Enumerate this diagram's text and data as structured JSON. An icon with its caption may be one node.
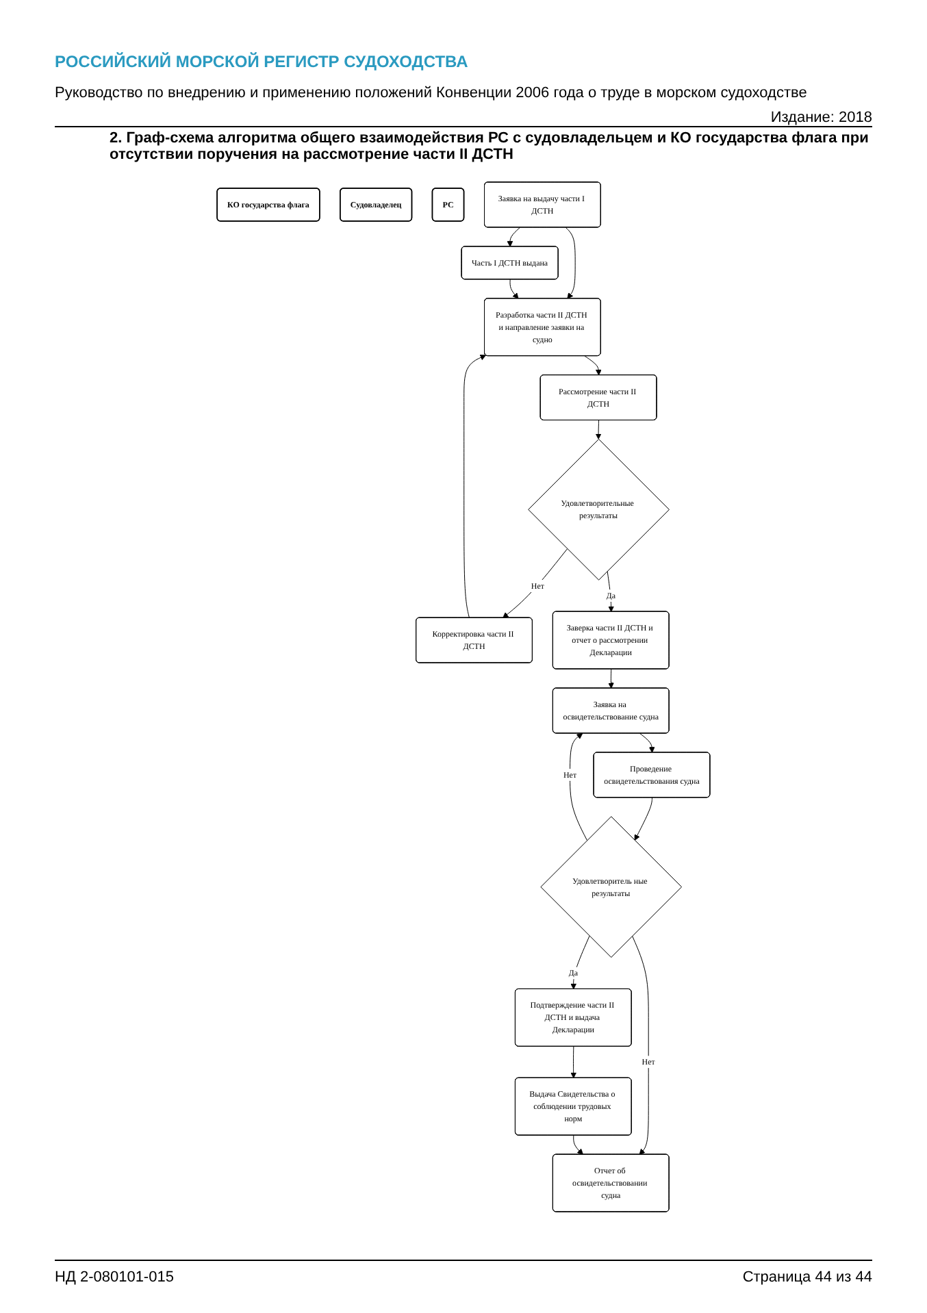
{
  "diagram": {
    "title": "2. Граф-схема алгоритма общего взаимодействия РС с судовладельцем и КО государства флага при отсутствии поручения на рассмотрение части II ДСТН",
    "nodes": [
      {
        "text": [
          "КО государства флага"
        ]
      },
      {
        "text": [
          "Судовладелец"
        ]
      },
      {
        "text": [
          "РС"
        ]
      },
      {
        "text": [
          "Заявка на выдачу части I ДСТН"
        ]
      },
      {
        "text": [
          "Часть I ДСТН выдана"
        ]
      },
      {
        "text": [
          "Разработка части II ДСТН и направление заявки на судно"
        ]
      },
      {
        "text": [
          "Рассмотрение части II ДСТН"
        ]
      },
      {
        "text": [
          "Удовлетворительные результаты"
        ]
      },
      {
        "text": [
          "Корректировка части II ДСТН"
        ]
      },
      {
        "text": [
          "Заверка части II ДСТН и отчет о рассмотрении Декларации"
        ]
      },
      {
        "text": [
          "Заявка на освидетельствование судна"
        ]
      },
      {
        "text": [
          "Проведение освидетельствования судна"
        ]
      },
      {
        "text": [
          "Удовлетворитель ные результаты"
        ]
      },
      {
        "text": [
          "Подтверждение части II ДСТН и выдача Декларации"
        ]
      },
      {
        "text": [
          "Выдача Свидетельства о соблюдении трудовых норм"
        ]
      },
      {
        "text": [
          "Отчет об освидетельствовании судна"
        ]
      }
    ],
    "edges": [
      {
        "from": 3,
        "to": 4,
        "arrow": "to"
      },
      {
        "from": 3,
        "to": 5,
        "arrow": "to"
      },
      {
        "from": 4,
        "to": 5,
        "arrow": "to"
      },
      {
        "from": 5,
        "to": 6,
        "arrow": "to"
      },
      {
        "from": 6,
        "to": 7,
        "arrow": "to"
      },
      {
        "from": 7,
        "to": 8,
        "arrow": "to",
        "label": "Нет"
      },
      {
        "from": 8,
        "to": 5,
        "arrow": "to"
      },
      {
        "from": 7,
        "to": 9,
        "arrow": "to",
        "label": "Да"
      },
      {
        "from": 9,
        "to": 10,
        "arrow": "to"
      },
      {
        "from": 10,
        "to": 11,
        "arrow": "to"
      },
      {
        "from": 11,
        "to": 12,
        "arrow": "to"
      },
      {
        "from": 12,
        "to": 10,
        "arrow": "to",
        "label": "Нет"
      },
      {
        "from": 12,
        "to": 13,
        "arrow": "to",
        "label": "Да"
      },
      {
        "from": 12,
        "to": 15,
        "arrow": "to",
        "label": "Нет"
      },
      {
        "from": 13,
        "to": 14,
        "arrow": "to"
      },
      {
        "from": 14,
        "to": 15,
        "arrow": "to"
      }
    ],
    "labels": [
      "РОССИЙСКИЙ МОРСКОЙ РЕГИСТР СУДОХОДСТВА",
      "Руководство по внедрению и применению положений Конвенции 2006 года о труде в морском судоходстве",
      "Издание: 2018",
      "НД 2-080101-015",
      "Страница 44 из 44"
    ]
  }
}
